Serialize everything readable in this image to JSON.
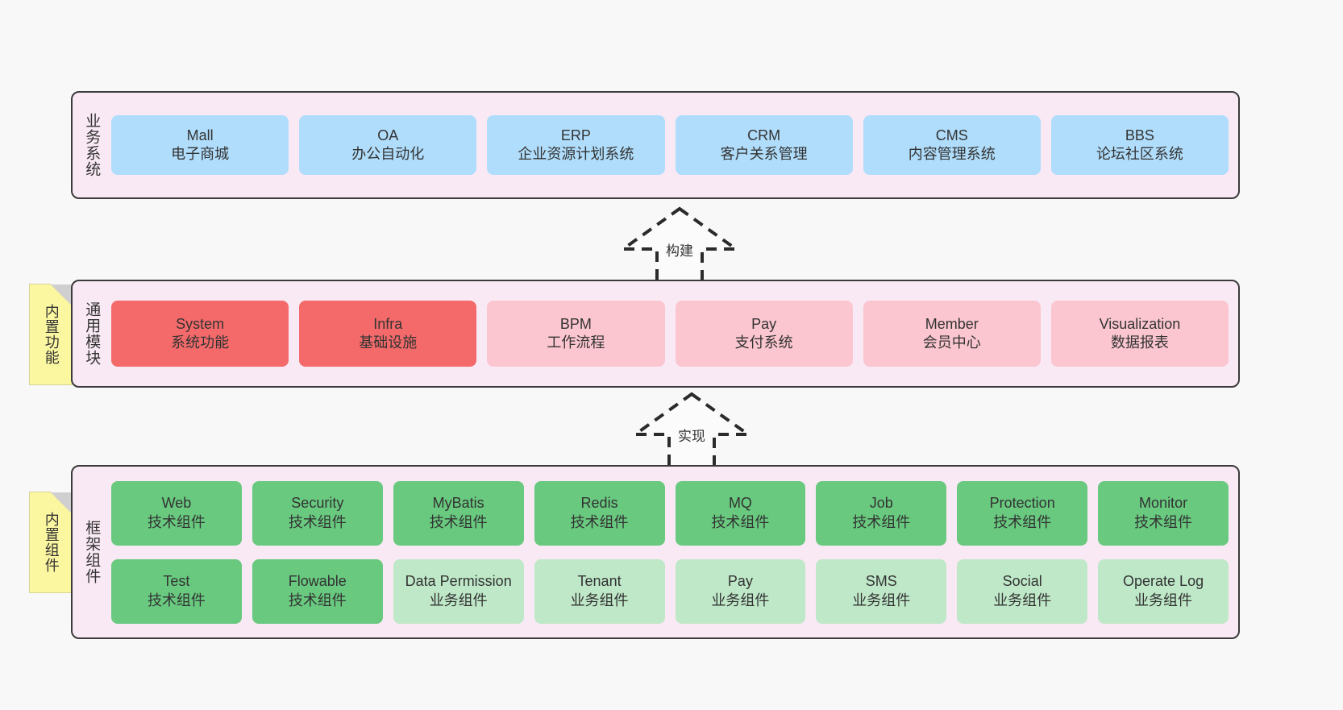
{
  "diagram": {
    "title_semantic": "layered-architecture-diagram",
    "colors": {
      "layer_bg": "#f9e9f4",
      "layer_border": "#3b3b3b",
      "business_card": "#b0ddfb",
      "common_card_strong": "#f46a6a",
      "common_card_light": "#fbc6cf",
      "framework_tech_card": "#68c97f",
      "framework_business_card": "#bfe8c8",
      "note_bg": "#fbf6a0",
      "page_bg": "#f8f8f8"
    }
  },
  "layers": {
    "business": {
      "label": "业务系统",
      "cards": [
        {
          "name": "Mall",
          "desc": "电子商城"
        },
        {
          "name": "OA",
          "desc": "办公自动化"
        },
        {
          "name": "ERP",
          "desc": "企业资源计划系统"
        },
        {
          "name": "CRM",
          "desc": "客户关系管理"
        },
        {
          "name": "CMS",
          "desc": "内容管理系统"
        },
        {
          "name": "BBS",
          "desc": "论坛社区系统"
        }
      ]
    },
    "common": {
      "label": "通用模块",
      "note": "内置功能",
      "cards": [
        {
          "name": "System",
          "desc": "系统功能"
        },
        {
          "name": "Infra",
          "desc": "基础设施"
        },
        {
          "name": "BPM",
          "desc": "工作流程"
        },
        {
          "name": "Pay",
          "desc": "支付系统"
        },
        {
          "name": "Member",
          "desc": "会员中心"
        },
        {
          "name": "Visualization",
          "desc": "数据报表"
        }
      ]
    },
    "framework": {
      "label": "框架组件",
      "note": "内置组件",
      "row1": [
        {
          "name": "Web",
          "desc": "技术组件"
        },
        {
          "name": "Security",
          "desc": "技术组件"
        },
        {
          "name": "MyBatis",
          "desc": "技术组件"
        },
        {
          "name": "Redis",
          "desc": "技术组件"
        },
        {
          "name": "MQ",
          "desc": "技术组件"
        },
        {
          "name": "Job",
          "desc": "技术组件"
        },
        {
          "name": "Protection",
          "desc": "技术组件"
        },
        {
          "name": "Monitor",
          "desc": "技术组件"
        }
      ],
      "row2": [
        {
          "name": "Test",
          "desc": "技术组件"
        },
        {
          "name": "Flowable",
          "desc": "技术组件"
        },
        {
          "name": "Data Permission",
          "desc": "业务组件"
        },
        {
          "name": "Tenant",
          "desc": "业务组件"
        },
        {
          "name": "Pay",
          "desc": "业务组件"
        },
        {
          "name": "SMS",
          "desc": "业务组件"
        },
        {
          "name": "Social",
          "desc": "业务组件"
        },
        {
          "name": "Operate Log",
          "desc": "业务组件"
        }
      ]
    }
  },
  "connectors": {
    "build": {
      "label": "构建",
      "style": "dashed-hollow-triangle-up"
    },
    "implement": {
      "label": "实现",
      "style": "dashed-hollow-triangle-up"
    }
  }
}
